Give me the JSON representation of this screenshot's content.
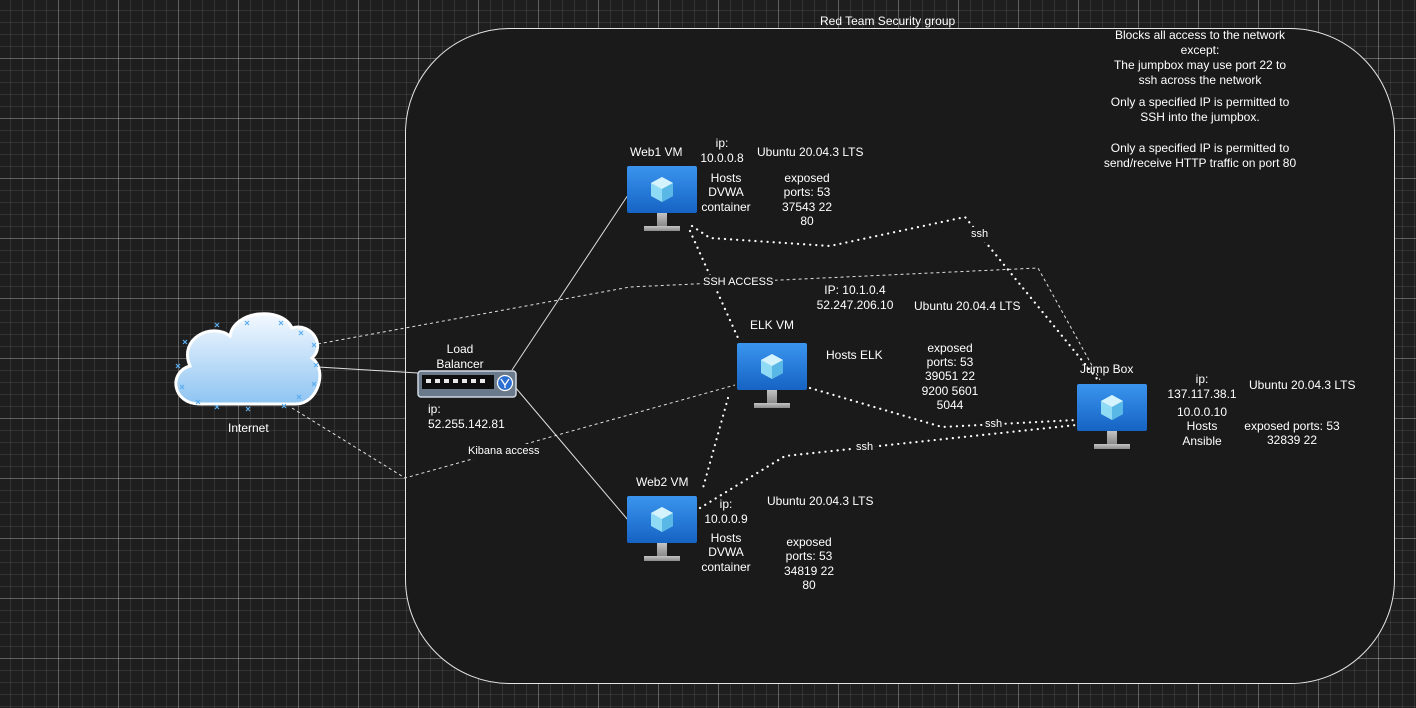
{
  "group": {
    "title": "Red Team Security group"
  },
  "policy": {
    "line1": "Blocks all access to the network",
    "line2": "except:",
    "line3": "The jumpbox may use port 22 to",
    "line4": "ssh across the network",
    "line5": "Only a specified IP is permitted to",
    "line6": "SSH into the jumpbox.",
    "line7": "Only a specified IP is permitted to",
    "line8": "send/receive HTTP traffic on port 80"
  },
  "internet": {
    "label": "Internet"
  },
  "load_balancer": {
    "title1": "Load",
    "title2": "Balancer",
    "ip1": "ip:",
    "ip2": "52.255.142.81"
  },
  "web1": {
    "title": "Web1 VM",
    "ip1": "ip:",
    "ip2": "10.0.0.8",
    "os": "Ubuntu 20.04.3 LTS",
    "host1": "Hosts",
    "host2": "DVWA",
    "host3": "container",
    "ports1": "exposed",
    "ports2": "ports: 53",
    "ports3": "37543 22",
    "ports4": "80"
  },
  "web2": {
    "title": "Web2 VM",
    "ip1": "ip:",
    "ip2": "10.0.0.9",
    "os": "Ubuntu 20.04.3 LTS",
    "host1": "Hosts",
    "host2": "DVWA",
    "host3": "container",
    "ports1": "exposed",
    "ports2": "ports: 53",
    "ports3": "34819 22",
    "ports4": "80"
  },
  "elk": {
    "title": "ELK VM",
    "ip1": "IP: 10.1.0.4",
    "ip2": "52.247.206.10",
    "os": "Ubuntu 20.04.4 LTS",
    "host": "Hosts ELK",
    "ports1": "exposed",
    "ports2": "ports: 53",
    "ports3": "39051 22",
    "ports4": "9200 5601",
    "ports5": "5044"
  },
  "jumpbox": {
    "title": "Jump Box",
    "ip1": "ip:",
    "ip2": "137.117.38.1",
    "ip3": "10.0.0.10",
    "os": "Ubuntu 20.04.3 LTS",
    "host1": "Hosts",
    "host2": "Ansible",
    "ports1": "exposed ports: 53",
    "ports2": "32839 22"
  },
  "edges": {
    "ssh_access": "SSH ACCESS",
    "kibana_access": "Kibana access",
    "ssh_top": "ssh",
    "ssh_mid": "ssh",
    "ssh_low": "ssh"
  },
  "colors": {
    "monitor": "#1f7ad9",
    "cube": "#7fd4f2",
    "cloud": "#9ecdf5"
  }
}
